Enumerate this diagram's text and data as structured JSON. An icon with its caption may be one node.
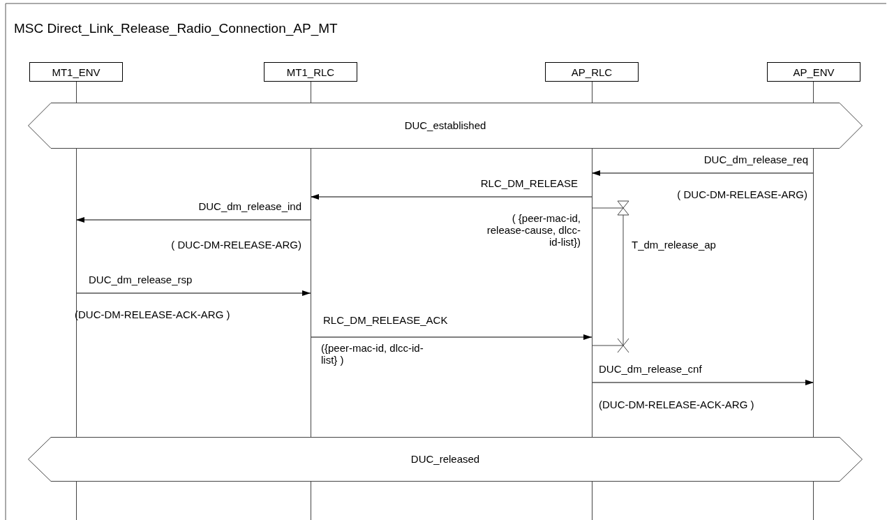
{
  "diagram": {
    "title": "MSC Direct_Link_Release_Radio_Connection_AP_MT",
    "nodes": [
      {
        "text": [
          "MT1_ENV"
        ]
      },
      {
        "text": [
          "MT1_RLC"
        ]
      },
      {
        "text": [
          "AP_RLC"
        ]
      },
      {
        "text": [
          "AP_ENV"
        ]
      },
      {
        "text": [
          "DUC_established"
        ]
      },
      {
        "text": [
          "DUC_released"
        ]
      }
    ],
    "edges": [
      {
        "from": 3,
        "to": 2,
        "arrow": "to",
        "label": "DUC_dm_release_req"
      },
      {
        "from": 2,
        "to": 1,
        "arrow": "to",
        "label": "RLC_DM_RELEASE"
      },
      {
        "from": 1,
        "to": 0,
        "arrow": "to",
        "label": "DUC_dm_release_ind"
      },
      {
        "from": 0,
        "to": 1,
        "arrow": "to",
        "label": "DUC_dm_release_rsp"
      },
      {
        "from": 1,
        "to": 2,
        "arrow": "to",
        "label": "RLC_DM_RELEASE_ACK"
      },
      {
        "from": 2,
        "to": 3,
        "arrow": "to",
        "label": "DUC_dm_release_cnf"
      }
    ],
    "labels": [
      "( DUC-DM-RELEASE-ARG)",
      "( {peer-mac-id, release-cause, dlcc-id-list})",
      "( DUC-DM-RELEASE-ARG)",
      "T_dm_release_ap",
      "(DUC-DM-RELEASE-ACK-ARG )",
      "({peer-mac-id, dlcc-id-list} )",
      "(DUC-DM-RELEASE-ACK-ARG )"
    ]
  }
}
